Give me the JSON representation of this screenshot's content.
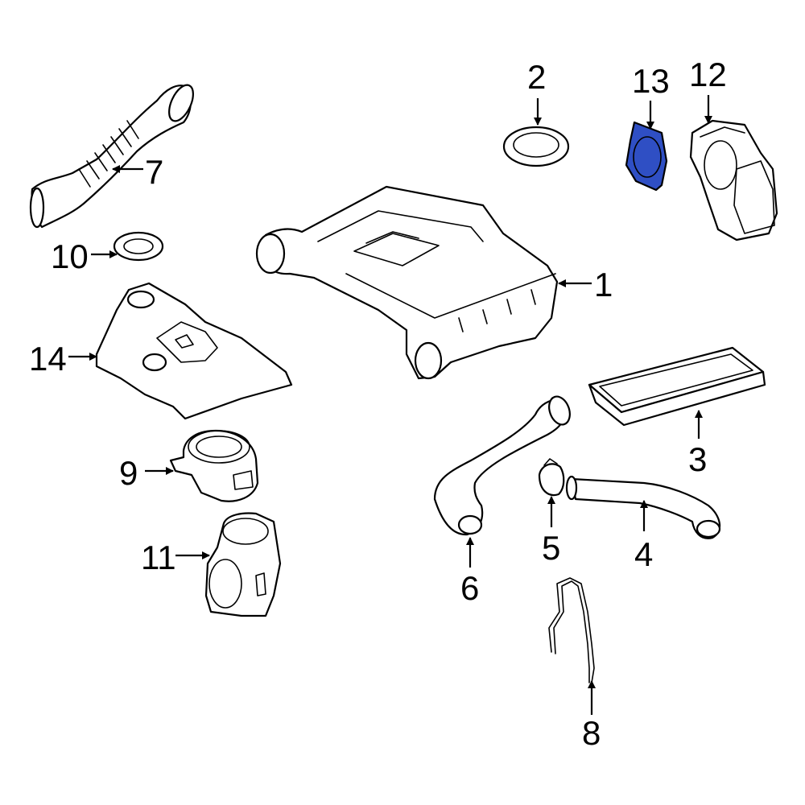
{
  "callouts": {
    "c1": "1",
    "c2": "2",
    "c3": "3",
    "c4": "4",
    "c5": "5",
    "c6": "6",
    "c7": "7",
    "c8": "8",
    "c9": "9",
    "c10": "10",
    "c11": "11",
    "c12": "12",
    "c13": "13",
    "c14": "14"
  },
  "colors": {
    "highlight": "#2f4fc4",
    "line": "#000000",
    "background": "#ffffff"
  }
}
